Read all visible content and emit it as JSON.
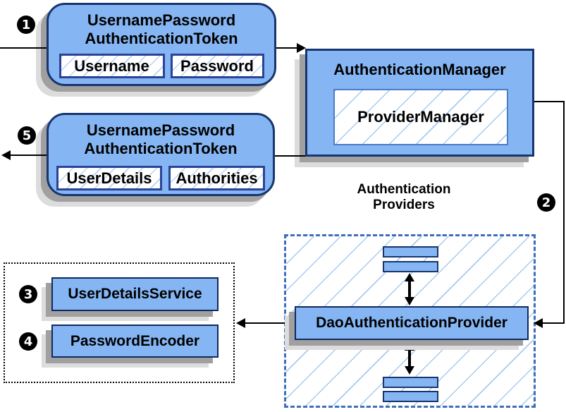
{
  "steps": {
    "one": "1",
    "two": "2",
    "three": "3",
    "four": "4",
    "five": "5"
  },
  "token_request": {
    "title1": "UsernamePassword",
    "title2": "AuthenticationToken",
    "field1": "Username",
    "field2": "Password"
  },
  "auth_manager": {
    "title": "AuthenticationManager",
    "inner": "ProviderManager"
  },
  "token_response": {
    "title1": "UsernamePassword",
    "title2": "AuthenticationToken",
    "field1": "UserDetails",
    "field2": "Authorities"
  },
  "providers": {
    "label1": "Authentication",
    "label2": "Providers",
    "provider": "DaoAuthenticationProvider"
  },
  "services": {
    "item1": "UserDetailsService",
    "item2": "PasswordEncoder"
  },
  "colors": {
    "node_fill": "#85b6f3",
    "node_border": "#17356e",
    "field_border": "#2b4397",
    "hatch_line": "#a8caf0",
    "dashed_border": "#3e6fb8",
    "dotted_border": "#000000",
    "shadow_dark": "#a0a0a0",
    "shadow_light": "#dcdcdc",
    "line": "#000000"
  }
}
